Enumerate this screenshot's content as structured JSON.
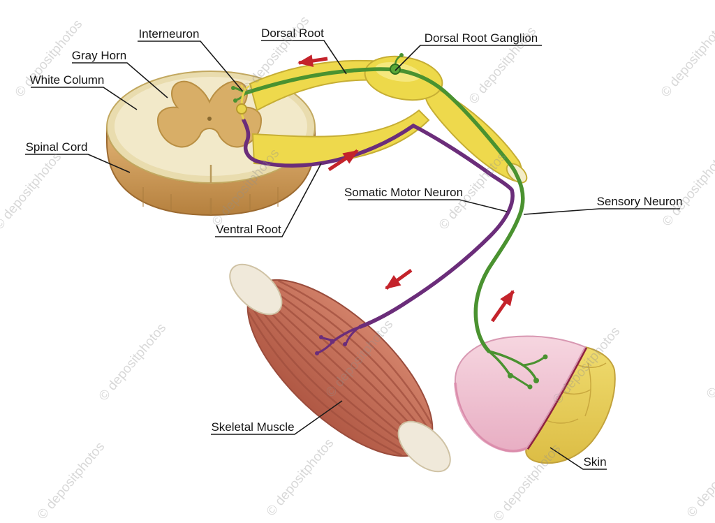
{
  "labels": {
    "interneuron": "Interneuron",
    "gray_horn": "Gray Horn",
    "white_column": "White Column",
    "spinal_cord": "Spinal Cord",
    "dorsal_root": "Dorsal Root",
    "dorsal_root_ganglion": "Dorsal Root Ganglion",
    "ventral_root": "Ventral Root",
    "somatic_motor_neuron": "Somatic Motor Neuron",
    "sensory_neuron": "Sensory Neuron",
    "skeletal_muscle": "Skeletal Muscle",
    "skin": "Skin"
  },
  "watermark": {
    "text": "© depositphotos"
  },
  "colors": {
    "sensory_neuron_green": "#4a9230",
    "motor_neuron_purple": "#6b2d7a",
    "nerve_root_yellow": "#eed94c",
    "impulse_arrow_red": "#c4232b",
    "muscle_red": "#c6705c",
    "tendon_cream": "#f0e9da",
    "skin_pink": "#f0c6d2",
    "fat_yellow": "#e8cd5e",
    "dermis_maroon": "#8e2240",
    "gray_matter_tan": "#d8ae67",
    "white_matter_cream": "#f2e9c9",
    "cord_side_brown": "#c08a48"
  }
}
